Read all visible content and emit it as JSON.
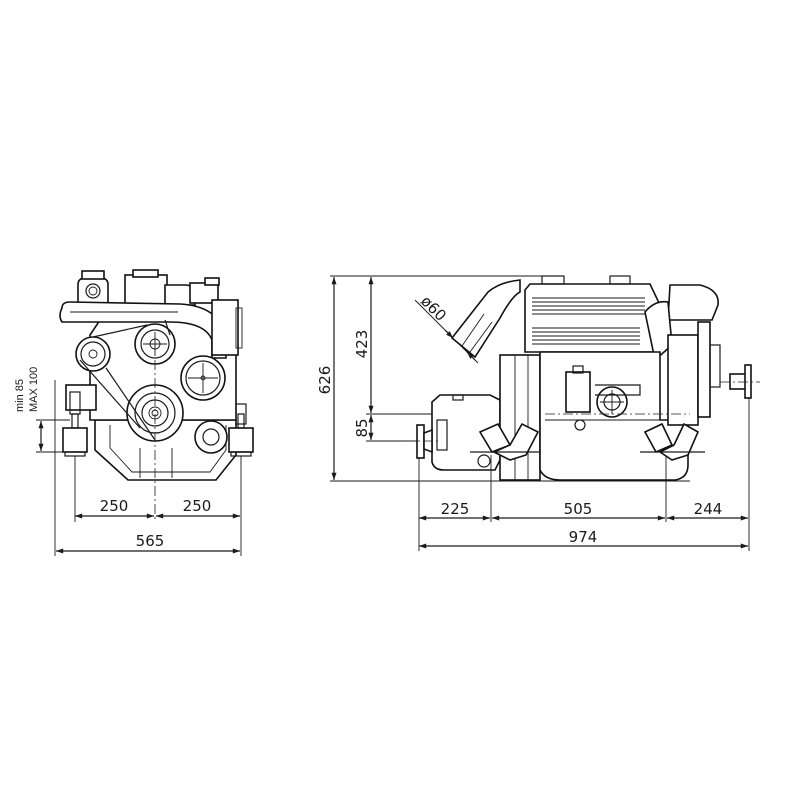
{
  "drawing": {
    "type": "engine dimensional drawing",
    "units": "mm",
    "line_color": "#1a1a1a",
    "background": "#ffffff"
  },
  "front_view": {
    "mount_height_label_min": "min 85",
    "mount_height_label_max": "MAX 100",
    "mount_spacing_left": "250",
    "mount_spacing_right": "250",
    "overall_width": "565"
  },
  "side_view": {
    "overall_height": "626",
    "exhaust_height": "423",
    "shaft_offset": "85",
    "exhaust_diameter": "ø60",
    "length_front_to_mount": "225",
    "mount_spacing": "505",
    "length_rear_overhang": "244",
    "overall_length": "974"
  }
}
